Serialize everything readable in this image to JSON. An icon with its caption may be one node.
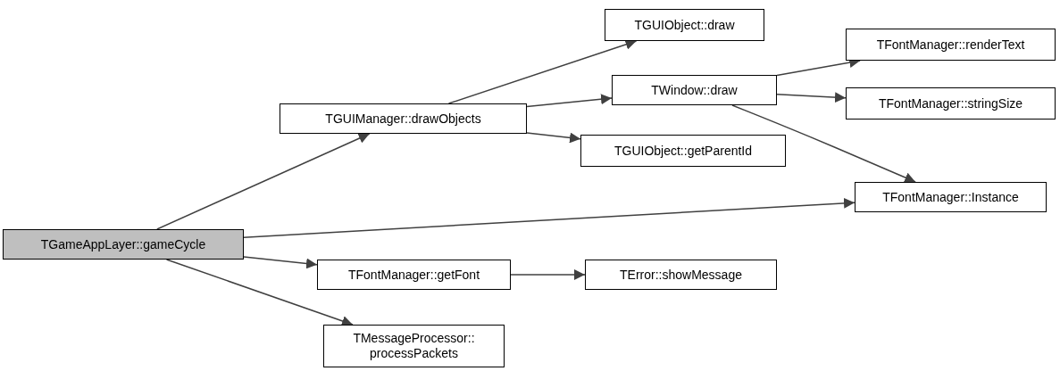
{
  "diagram": {
    "nodes": [
      {
        "text": [
          "TGameAppLayer::gameCycle"
        ]
      },
      {
        "text": [
          "TGUIManager::drawObjects"
        ]
      },
      {
        "text": [
          "TGUIObject::draw"
        ]
      },
      {
        "text": [
          "TWindow::draw"
        ]
      },
      {
        "text": [
          "TGUIObject::getParentId"
        ]
      },
      {
        "text": [
          "TFontManager::renderText"
        ]
      },
      {
        "text": [
          "TFontManager::stringSize"
        ]
      },
      {
        "text": [
          "TFontManager::Instance"
        ]
      },
      {
        "text": [
          "TFontManager::getFont"
        ]
      },
      {
        "text": [
          "TError::showMessage"
        ]
      },
      {
        "text": [
          "TMessageProcessor:: processPackets"
        ]
      }
    ],
    "edges": [
      {
        "from": 0,
        "to": 1,
        "arrow": "to"
      },
      {
        "from": 0,
        "to": 7,
        "arrow": "to"
      },
      {
        "from": 0,
        "to": 8,
        "arrow": "to"
      },
      {
        "from": 0,
        "to": 10,
        "arrow": "to"
      },
      {
        "from": 1,
        "to": 2,
        "arrow": "to"
      },
      {
        "from": 1,
        "to": 3,
        "arrow": "to"
      },
      {
        "from": 1,
        "to": 4,
        "arrow": "to"
      },
      {
        "from": 3,
        "to": 5,
        "arrow": "to"
      },
      {
        "from": 3,
        "to": 6,
        "arrow": "to"
      },
      {
        "from": 3,
        "to": 7,
        "arrow": "to"
      },
      {
        "from": 8,
        "to": 9,
        "arrow": "to"
      }
    ]
  }
}
